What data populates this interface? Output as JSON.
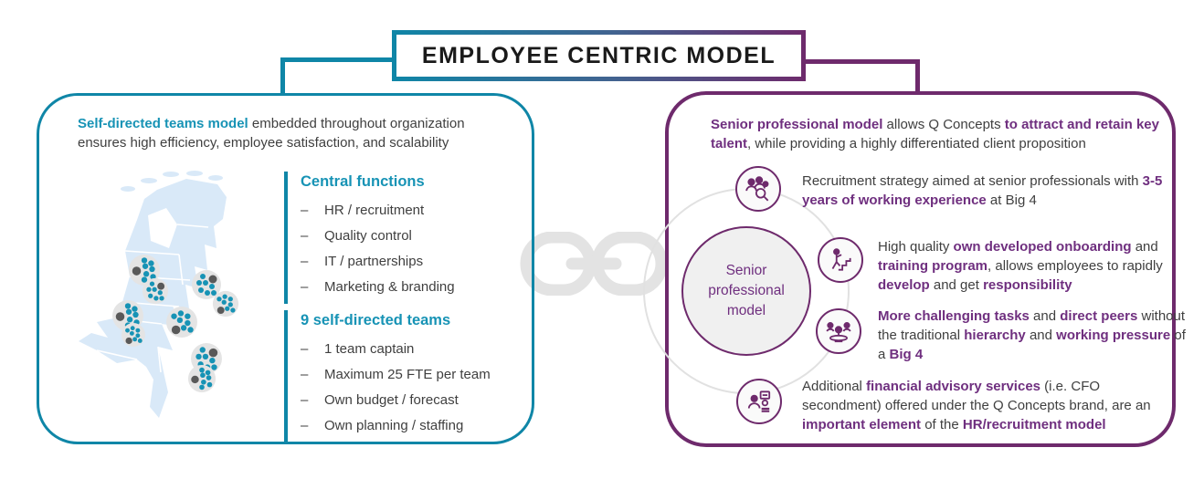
{
  "title": "EMPLOYEE CENTRIC MODEL",
  "colors": {
    "teal_line": "#0F86A7",
    "teal_text": "#1793B5",
    "purple_line": "#6E2A6C",
    "purple_text": "#6F2F7F",
    "body_text": "#3F3F3F",
    "map_fill": "#D9E9F8",
    "watermark_gray": "#E3E3E3"
  },
  "ui": {
    "dash": "–"
  },
  "left_panel": {
    "intro": [
      {
        "t": "Self-directed teams model",
        "b": true
      },
      {
        "t": " embedded throughout organization ensures high efficiency, employee satisfaction, and scalability",
        "b": false
      }
    ],
    "map": "netherlands-team-map",
    "sections": [
      {
        "heading": "Central functions",
        "items": [
          "HR / recruitment",
          "Quality control",
          "IT / partnerships",
          "Marketing & branding"
        ]
      },
      {
        "heading": "9 self-directed teams",
        "items": [
          "1 team captain",
          "Maximum 25 FTE per team",
          "Own budget / forecast",
          "Own planning / staffing"
        ]
      }
    ]
  },
  "right_panel": {
    "intro": [
      {
        "t": "Senior professional model",
        "b": true
      },
      {
        "t": " allows Q Concepts ",
        "b": false
      },
      {
        "t": "to attract and retain key talent",
        "b": true
      },
      {
        "t": ", while providing a highly differentiated client proposition",
        "b": false
      }
    ],
    "center_circle_label": "Senior professional model",
    "bullets": [
      {
        "icon": "team-search-icon",
        "segments": [
          {
            "t": "Recruitment strategy aimed at senior professionals with ",
            "b": false
          },
          {
            "t": "3-5 years of working experience",
            "b": true
          },
          {
            "t": " at Big 4",
            "b": false
          }
        ]
      },
      {
        "icon": "career-stairs-icon",
        "segments": [
          {
            "t": "High quality ",
            "b": false
          },
          {
            "t": "own developed onboarding",
            "b": true
          },
          {
            "t": " and ",
            "b": false
          },
          {
            "t": "training program",
            "b": true
          },
          {
            "t": ", allows employees to rapidly ",
            "b": false
          },
          {
            "t": "develop",
            "b": true
          },
          {
            "t": " and get ",
            "b": false
          },
          {
            "t": "responsibility",
            "b": true
          }
        ]
      },
      {
        "icon": "peer-meeting-icon",
        "segments": [
          {
            "t": "More challenging tasks",
            "b": true
          },
          {
            "t": " and ",
            "b": false
          },
          {
            "t": "direct peers",
            "b": true
          },
          {
            "t": " without the traditional ",
            "b": false
          },
          {
            "t": "hierarchy",
            "b": true
          },
          {
            "t": " and ",
            "b": false
          },
          {
            "t": "working pressure",
            "b": true
          },
          {
            "t": " of a ",
            "b": false
          },
          {
            "t": "Big 4",
            "b": true
          }
        ]
      },
      {
        "icon": "advisory-services-icon",
        "segments": [
          {
            "t": "Additional ",
            "b": false
          },
          {
            "t": "financial advisory services",
            "b": true
          },
          {
            "t": " (i.e. CFO secondment) offered under the Q Concepts brand, are an ",
            "b": false
          },
          {
            "t": "important element",
            "b": true
          },
          {
            "t": " of the ",
            "b": false
          },
          {
            "t": "HR/recruitment model",
            "b": true
          }
        ]
      }
    ]
  }
}
